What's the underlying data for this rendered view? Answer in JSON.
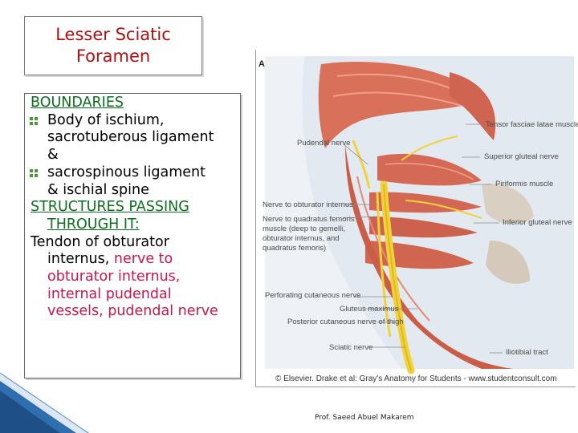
{
  "slide": {
    "title_line1": "Lesser Sciatic",
    "title_line2": "Foramen",
    "boundaries_heading": "BOUNDARIES",
    "bullet1_first": "Body of ischium,",
    "bullet1_cont": "sacrotuberous ligament",
    "bullet1_amp": "&",
    "bullet2_first": "sacrospinous ligament",
    "bullet2_cont": "& ischial spine",
    "structures_heading_1": "STRUCTURES PASSING",
    "structures_heading_2": "THROUGH IT:",
    "structures_line1": "Tendon of obturator",
    "structures_line2_a": "internus, ",
    "structures_line2_b": "nerve to",
    "structures_line3": "obturator internus,",
    "structures_line4": "internal pudendal",
    "structures_line5": "vessels, pudendal nerve",
    "footer": "Prof. Saeed Abuel Makarem"
  },
  "figure": {
    "panel_letter": "A",
    "labels": {
      "tensor": "Tensor fasciae latae muscle",
      "pudendal": "Pudendal nerve",
      "sup_gluteal": "Superior gluteal nerve",
      "piriformis": "Piriformis muscle",
      "n_obt_int": "Nerve to obturator internus",
      "n_quad_1": "Nerve to quadratus femoris",
      "n_quad_2": "muscle (deep to gemelli,",
      "n_quad_3": "obturator internus, and",
      "n_quad_4": "quadratus femoris)",
      "inf_gluteal": "Inferior gluteal nerve",
      "perforating": "Perforating cutaneous nerve",
      "gluteus_max": "Gluteus maximus",
      "post_cut": "Posterior cutaneous nerve of thigh",
      "sciatic": "Sciatic nerve",
      "iliotibial": "Iliotibial tract"
    },
    "credit": "© Elsevier. Drake et al: Gray's Anatomy for Students - www.studentconsult.com"
  },
  "colors": {
    "title_red": "#b01010",
    "heading_green": "#0b6e1d",
    "highlight_red": "#c8174a",
    "muscle": "#d9705a",
    "nerve": "#f2d23a"
  }
}
